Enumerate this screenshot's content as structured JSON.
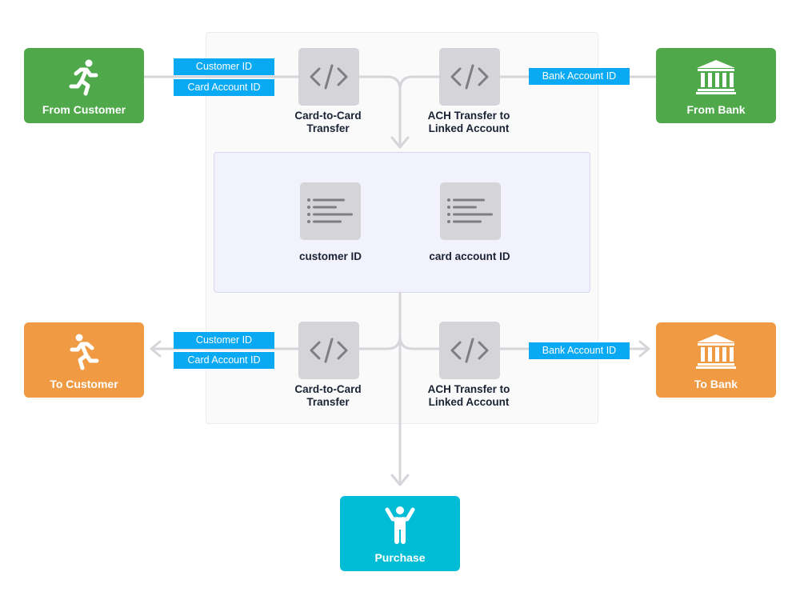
{
  "nodes": {
    "from_customer": {
      "label": "From Customer",
      "color": "#4fa84a",
      "icon": "running-person-icon"
    },
    "from_bank": {
      "label": "From Bank",
      "color": "#4fa84a",
      "icon": "bank-icon"
    },
    "to_customer": {
      "label": "To Customer",
      "color": "#f19a44",
      "icon": "running-person-icon"
    },
    "to_bank": {
      "label": "To Bank",
      "color": "#f19a44",
      "icon": "bank-icon"
    },
    "purchase": {
      "label": "Purchase",
      "color": "#00bcd4",
      "icon": "person-arms-raised-icon"
    }
  },
  "inputs": {
    "card_to_card": {
      "label": "Card-to-Card\nTransfer",
      "icon": "code-icon"
    },
    "ach": {
      "label": "ACH Transfer to\nLinked Account",
      "icon": "code-icon"
    }
  },
  "outputs": {
    "card_to_card": {
      "label": "Card-to-Card\nTransfer",
      "icon": "code-icon"
    },
    "ach": {
      "label": "ACH Transfer to\nLinked Account",
      "icon": "code-icon"
    }
  },
  "records": {
    "customer_id": {
      "label": "customer ID",
      "icon": "list-icon"
    },
    "card_account_id": {
      "label": "card account ID",
      "icon": "list-icon"
    }
  },
  "tags": {
    "in_customer_id": "Customer ID",
    "in_card_account_id": "Card Account ID",
    "in_bank_account_id": "Bank Account ID",
    "out_customer_id": "Customer ID",
    "out_card_account_id": "Card Account ID",
    "out_bank_account_id": "Bank Account ID"
  },
  "colors": {
    "connector": "#d5d5da",
    "tag": "#0aa9f4",
    "tile": "#d5d5d9",
    "tile_glyph": "#7d7d84"
  }
}
